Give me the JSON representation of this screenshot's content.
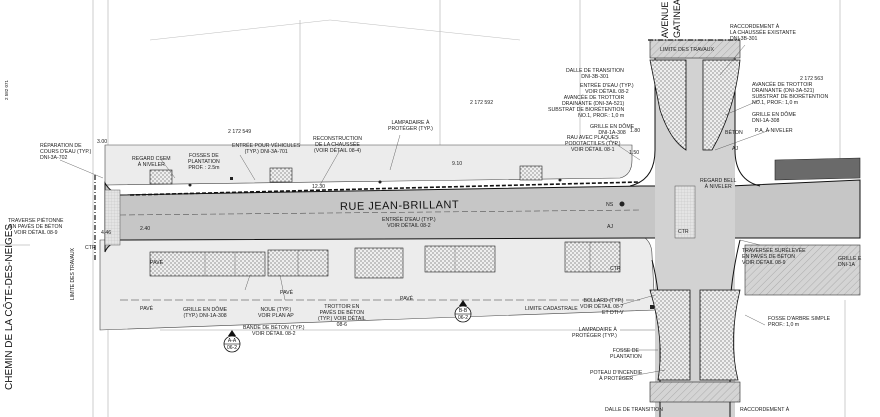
{
  "streets": {
    "main": "RUE JEAN-BRILLANT",
    "west": "CHEMIN DE LA CÔTE-DES-NEIGES",
    "east_line1": "AVENUE",
    "east_line2": "GATINEA"
  },
  "labels": {
    "reparation": "RÉPARATION DE\nCOURS D'EAU (TYP.)\nDNI-3A-702",
    "regard_csem": "REGARD CSEM\nÀ NIVELER",
    "fosses": "FOSSES DE\nPLANTATION\nPROF. : 2.5m",
    "entree_vehicules": "ENTRÉE POUR VÉHICULES\n(TYP.) DNI-3A-701",
    "reconstruction": "RECONSTRUCTION\nDE LA CHAUSSÉE\n(VOIR DÉTAIL 08-4)",
    "lampadaire_top": "LAMPADAIRE À\nPROTÉGER (TYP.)",
    "dalle_top": "DALLE DE TRANSITION\nDNI-3B-301",
    "entree_eau_top": "ENTRÉE D'EAU (TYP.)\nVOIR DÉTAIL 08-2",
    "avancee_left": "AVANCÉE DE TROTTOIR\nDRAINANTE (DNI-3A-521)\nSUBSTRAT DE BIORÉTENTION\nNO.1, PROF.: 1,0 m",
    "grille_top_left": "GRILLE EN DÔME\nDNI-1A-308",
    "rau": "RAU AVEC PLAQUES\nPODOTACTILES (TYP.)\nVOIR DÉTAIL 08-1",
    "raccordement_top": "RACCORDEMENT À\nLA CHAUSSÉE EXISTANTE\nDNI-3B-301",
    "limite_travaux_top": "LIMITE DES TRAVAUX",
    "avancee_right": "AVANCÉE DE TROTTOIR\nDRAINANTE (DNI-3A-521)\nSUBSTRAT DE BIORÉTENTION\nNO.1, PROF.: 1,0 m",
    "grille_top_right": "GRILLE EN DÔME\nDNI-1A-308",
    "pa_niveler": "P.A. À NIVELER",
    "regard_bell": "REGARD BELL\nÀ NIVELER",
    "traverse_left": "TRAVERSE PIÉTONNE\nEN PAVÉS DE BÉTON\nVOIR DÉTAIL 08-9",
    "limite_travaux_left": "LIMITE DES TRAVAUX",
    "entree_eau_mid": "ENTRÉE D'EAU (TYP.)\nVOIR DÉTAIL 08-2",
    "traverse_right": "TRAVERSÉE SURÉLEVÉE\nEN PAVÉS DE BÉTON\nVOIR DÉTAIL 08-9",
    "grille_right_edge": "GRILLE E\nDNI-1A",
    "grille_bottom": "GRILLE EN DÔME\n(TYP.) DNI-1A-308",
    "noue": "NOUE (TYP.)\nVOIR PLAN AP",
    "bande_beton": "BANDE DE BÉTON (TYP.)\nVOIR DÉTAIL 08-2",
    "trottoir_paves": "TROTTOIR EN\nPAVÉS DE BÉTON\n(TYP.) VOIR DÉTAIL\n08-6",
    "bollard": "BOLLARD (TYP.)\nVOIR DÉTAIL 08-7\nET DTI-V",
    "lampadaire_bottom": "LAMPADAIRE À\nPROTÉGER (TYP.)",
    "fosse_plantation": "FOSSE DE\nPLANTATION",
    "poteau_incendie": "POTEAU D'INCENDIE\nÀ PROTÉGER",
    "fosse_arbre": "FOSSE D'ARBRE SIMPLE\nPROF.: 1,0 m",
    "limite_cadastrale": "LIMITE CADASTRALE",
    "dalle_bottom": "DALLE DE TRANSITION",
    "raccordement_bottom": "RACCORDEMENT À",
    "beton": "BÉTON",
    "pave_a": "PAVÉ",
    "pave_b": "PAVÉ",
    "pave_c": "PAVÉ",
    "pave_d": "PAVÉ",
    "ctr_a": "CTR",
    "ctr_b": "CTR",
    "ctr_c": "CTR",
    "aj_a": "AJ",
    "aj_b": "AJ",
    "ns": "NS",
    "dim_300": "3.00",
    "dim_1230": "12.30",
    "dim_910": "9.10",
    "dim_150": "1.50",
    "dim_180": "1.80",
    "dim_240": "2.40",
    "dim_446": "4.46",
    "coord_a": "2 172 592",
    "coord_b": "2 172 563",
    "coord_c": "2 172 549",
    "coord_d": "2 582 071"
  },
  "sections": [
    {
      "id": "A-A",
      "sheet": "06-2"
    },
    {
      "id": "B-B",
      "sheet": "06-2"
    }
  ],
  "colors": {
    "roadway": "#c8c8c8",
    "sidewalk": "#e9e9e9",
    "pavers": "#d7d7d7",
    "dark_zone": "#6a6a6a",
    "line": "#222222"
  }
}
